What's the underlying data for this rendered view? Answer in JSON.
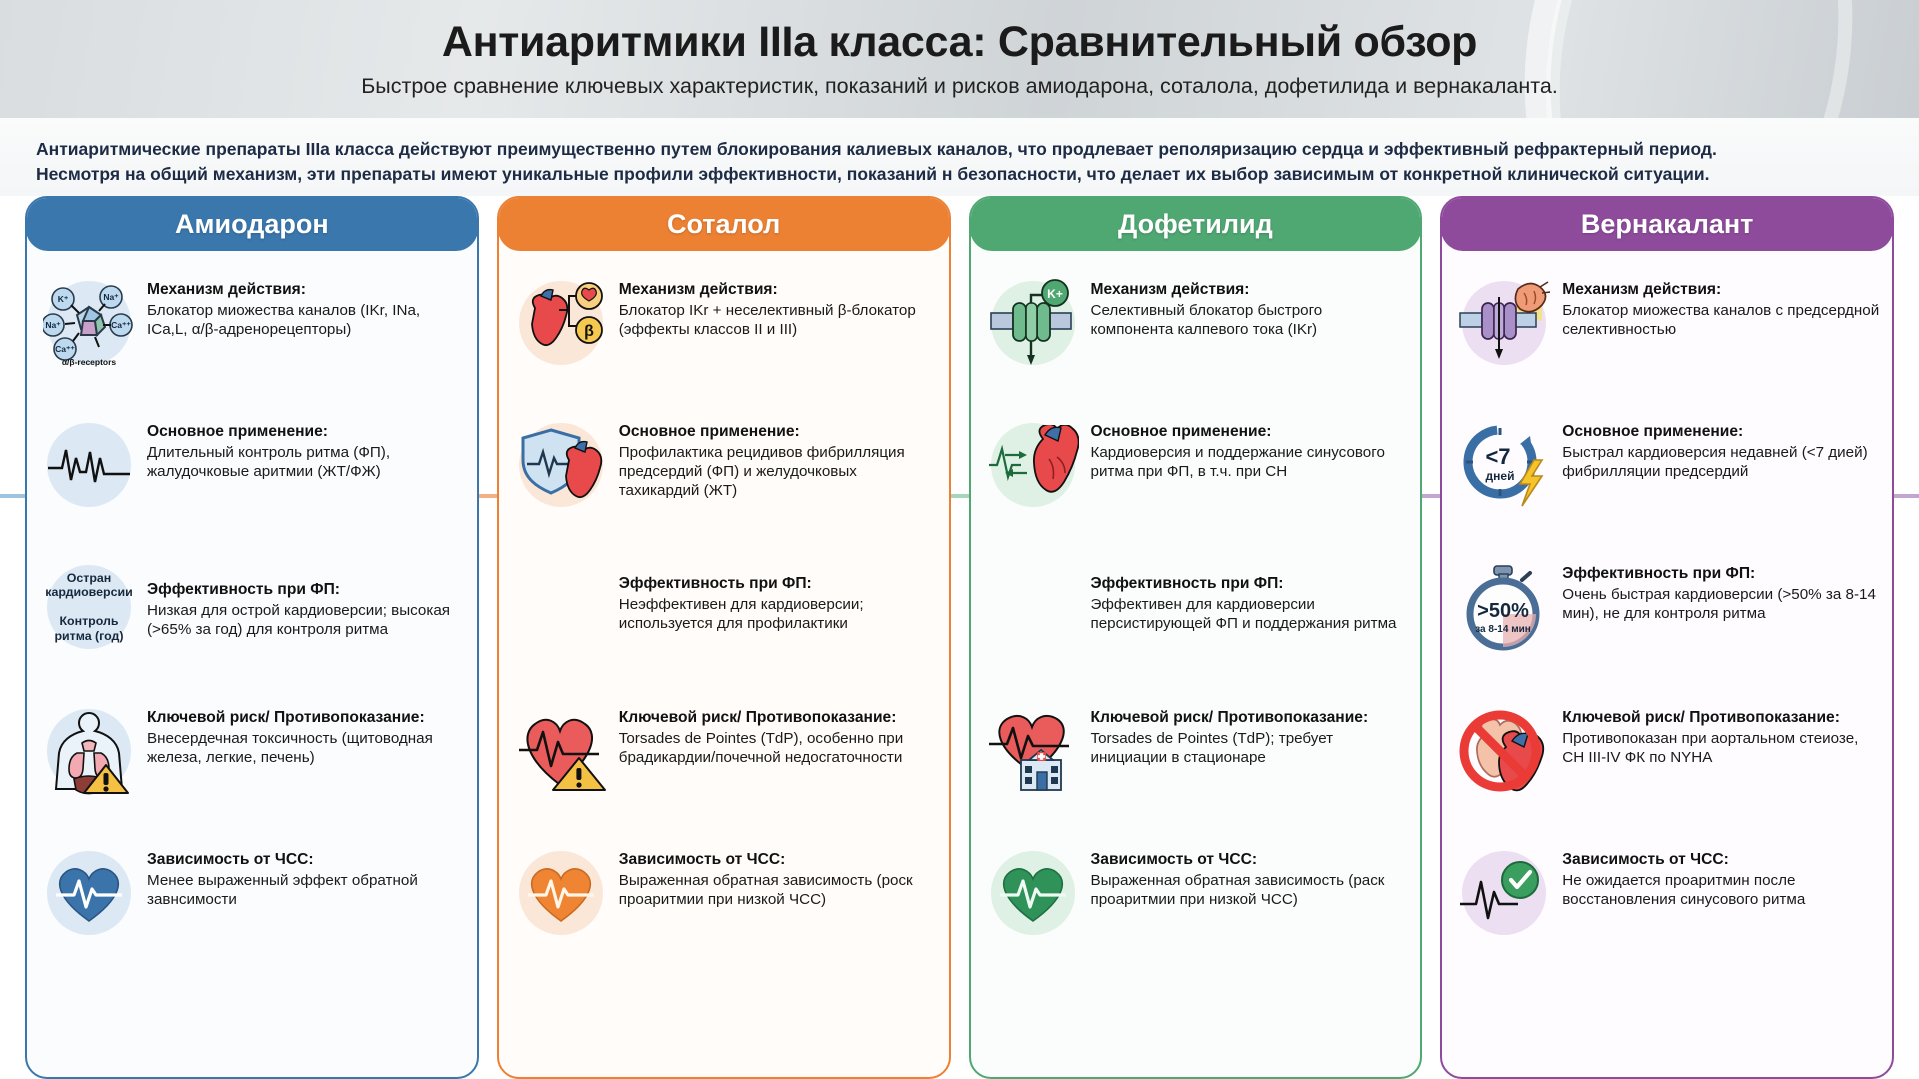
{
  "header": {
    "title": "Антиаритмики IIIa класса: Сравнительный обзор",
    "subtitle": "Быстрое сравнение ключевых характеристик, показаний и рисков амиодарона, соталола, дофетилида и вернакаланта."
  },
  "intro": {
    "line1": "Антиаритмические препараты IIIa класса действуют преимущественно путем блокирования калиевых каналов, что продлевает реполяризацию сердца и эффективный рефрактерный период.",
    "line2": "Несмотря на общий механизм, эти препараты имеют уникальные профили эффективности, показаний н безопасности, что делает их выбор зависимым от конкретной клинической ситуации."
  },
  "colors": {
    "amiodarone": "#3a77ad",
    "sotalol": "#ec8033",
    "dofetilide": "#4fa772",
    "vernakalant": "#8e4b9c"
  },
  "cards": [
    {
      "name": "Амиодарон",
      "rows": [
        {
          "icon": "multi-channel-blocker-icon",
          "title": "Механизм действия:",
          "body": "Блокатор миожества каналов (IKr, INa, ICa,L, α/β-адренорецепторы)"
        },
        {
          "icon": "ecg-line-icon",
          "title": "Основное применение:",
          "body": "Длительный контроль ритма (ФП), жалудочковые аритмии (ЖТ/ФЖ)"
        },
        {
          "icon": "cardioversion-rhythm-badge-icon",
          "title": "Эффективность при ФП:",
          "body": "Низкая для острой кардиоверсии; высокая (>65% за год) для контроля ритма"
        },
        {
          "icon": "body-organs-warning-icon",
          "title": "Ключевой риск/ Противопоказание:",
          "body": "Внесердечная токсичность (щитоводная железа, легкие, печень)"
        },
        {
          "icon": "heart-pulse-icon",
          "title": "Зависимость от ЧСС:",
          "body": "Менее выраженный эффект обратной завнсимости"
        }
      ],
      "icon_labels": {
        "line1": "Остран",
        "line2": "кардиоверсии",
        "line3": "Контроль",
        "line4": "ритма (год)"
      },
      "diagram_labels": {
        "k": "K⁺",
        "na1": "Na⁺",
        "na2": "Na⁺",
        "ca1": "Ca⁺⁺",
        "ca2": "Ca⁺⁺",
        "caption": "α/β-receptors"
      }
    },
    {
      "name": "Соталол",
      "rows": [
        {
          "icon": "heart-beta-blocker-icon",
          "title": "Механизм действия:",
          "body": "Блокатор IKr + неселективный β-блокатор (эффекты классов II и III)"
        },
        {
          "icon": "shield-heart-icon",
          "title": "Основное применение:",
          "body": "Профилактика рецидивов фибрилляция предсердий (ФП) и желудочковых тахикардий (ЖТ)"
        },
        {
          "icon": "none",
          "title": "Эффективность при ФП:",
          "body": "Неэффективен для кардиоверсии; используется для профилактики"
        },
        {
          "icon": "heart-ecg-warning-icon",
          "title": "Ключевой риск/ Противопоказание:",
          "body": "Torsades de Pointes (TdP), особенно при брадикардии/почечной недосгаточности"
        },
        {
          "icon": "heart-pulse-icon",
          "title": "Зависимость от ЧСС:",
          "body": "Выраженная обратная зависимость (роск проаритмии при низкой ЧСС)"
        }
      ],
      "badge_labels": {
        "heart": "♥",
        "beta": "β"
      }
    },
    {
      "name": "Дофетилид",
      "rows": [
        {
          "icon": "potassium-channel-icon",
          "title": "Механизм действия:",
          "body": "Селективный блокатор быстрого компонента калпевого тока (IKr)"
        },
        {
          "icon": "ecg-heart-arrows-icon",
          "title": "Основное применение:",
          "body": "Кардиоверсия и поддержание синусового ритма при ФП, в т.ч. при СН"
        },
        {
          "icon": "none",
          "title": "Эффективность при ФП:",
          "body": "Эффективен для кардиоверсии персистирующей ФП и поддержания ритма"
        },
        {
          "icon": "heart-hospital-icon",
          "title": "Ключевой риск/ Противопоказание:",
          "body": "Torsades de Pointes (TdP); требует инициации в стационаре"
        },
        {
          "icon": "heart-pulse-icon",
          "title": "Зависимость от ЧСС:",
          "body": "Выраженная обратная зависимость (раск проаритмии при низкой ЧСС)"
        }
      ],
      "badge_labels": {
        "k": "K+"
      }
    },
    {
      "name": "Вернакалант",
      "rows": [
        {
          "icon": "atrial-selective-channel-icon",
          "title": "Механизм действия:",
          "body": "Блокатор миожества каналов с предсердной селективностью"
        },
        {
          "icon": "clock-7-days-icon",
          "title": "Основное применение:",
          "body": "Быстрал кардиоверсия недавней (<7 дией) фибрилляции предсердий"
        },
        {
          "icon": "stopwatch-50-percent-icon",
          "title": "Эффективность при ФП:",
          "body": "Очень быстрая кардиоверсии (>50% за 8-14 мин), не для контроля ритма"
        },
        {
          "icon": "no-heart-prohibited-icon",
          "title": "Ключевой риск/ Противопоказание:",
          "body": "Противопоказан при аортальном стеиозе, СН III-IV ФК по NYHA"
        },
        {
          "icon": "ecg-check-icon",
          "title": "Зависимость от ЧСС:",
          "body": "Не ожидается проаритмин после восстановления синусового ритма"
        }
      ],
      "badge_labels": {
        "days": "<7",
        "days_sub": "дней",
        "pct": ">50%",
        "pct_sub": "за 8-14 мин"
      }
    }
  ]
}
